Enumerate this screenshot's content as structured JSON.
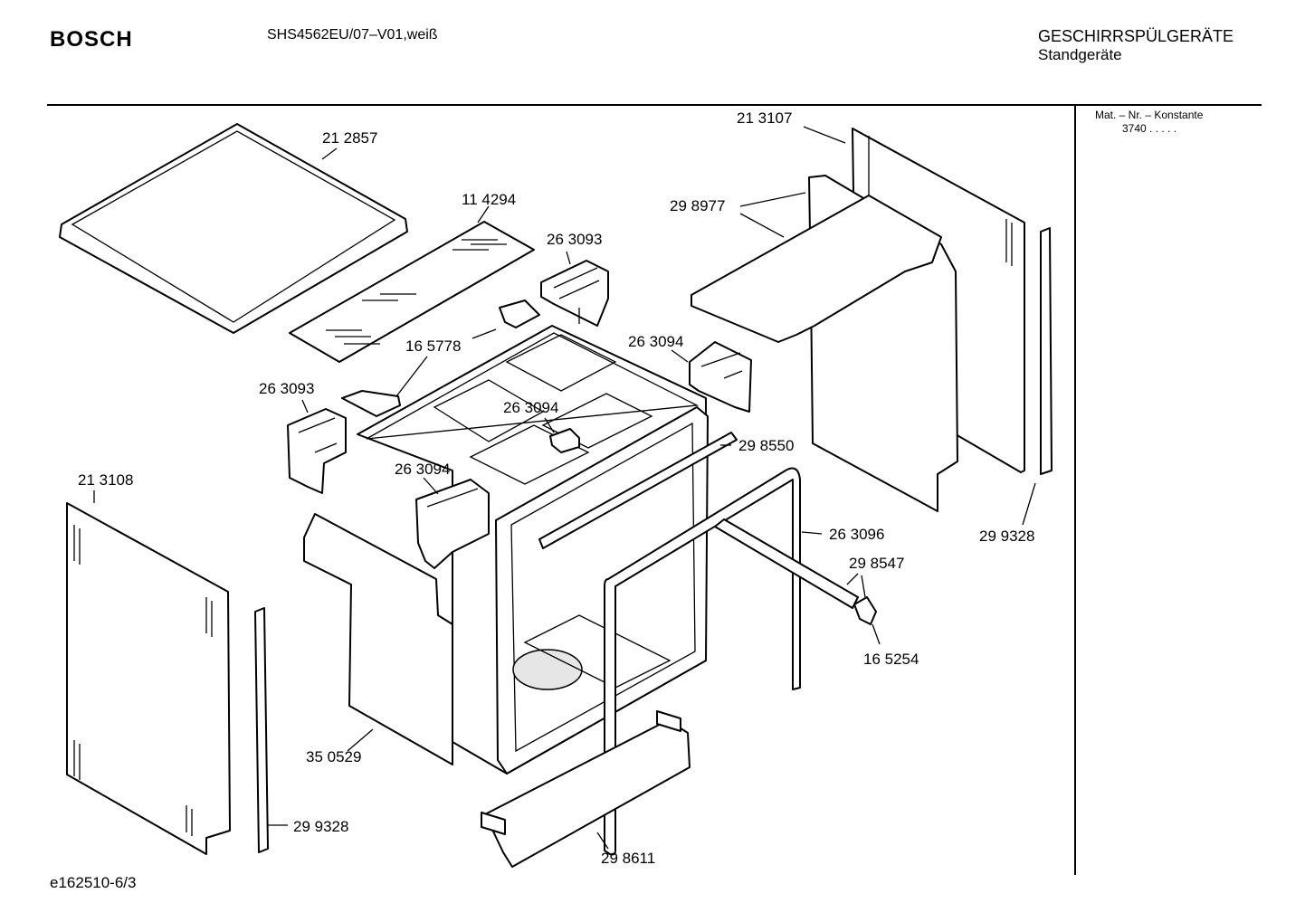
{
  "header": {
    "brand": "BOSCH",
    "model": "SHS4562EU/07–V01,weiß",
    "category": "GESCHIRRSPÜLGERÄTE",
    "subcategory": "Standgeräte"
  },
  "material_note": {
    "title": "Mat. – Nr. – Konstante",
    "value": "3740  .  .  .  .  ."
  },
  "footer": {
    "code": "e162510-6/3"
  },
  "parts": [
    {
      "id": "top-cover",
      "number": "21 2857"
    },
    {
      "id": "insulation-mat",
      "number": "11 4294"
    },
    {
      "id": "bracket-top",
      "number": "26 3093"
    },
    {
      "id": "clip-top",
      "number": "16 5778"
    },
    {
      "id": "bracket-left",
      "number": "26 3093"
    },
    {
      "id": "holder-right",
      "number": "26 3094"
    },
    {
      "id": "holder-center",
      "number": "26 3094"
    },
    {
      "id": "holder-left",
      "number": "26 3094"
    },
    {
      "id": "rear-panel",
      "number": "21 3107"
    },
    {
      "id": "insulation-board",
      "number": "29 8977"
    },
    {
      "id": "strip-front",
      "number": "29 8550"
    },
    {
      "id": "door-seal",
      "number": "26 3096"
    },
    {
      "id": "tube-seal",
      "number": "29 8547"
    },
    {
      "id": "end-cap",
      "number": "16 5254"
    },
    {
      "id": "side-strip-right",
      "number": "29 9328"
    },
    {
      "id": "side-panel-left",
      "number": "21 3108"
    },
    {
      "id": "insulation-side",
      "number": "35 0529"
    },
    {
      "id": "side-strip-left",
      "number": "29 9328"
    },
    {
      "id": "base-plinth",
      "number": "29 8611"
    }
  ]
}
